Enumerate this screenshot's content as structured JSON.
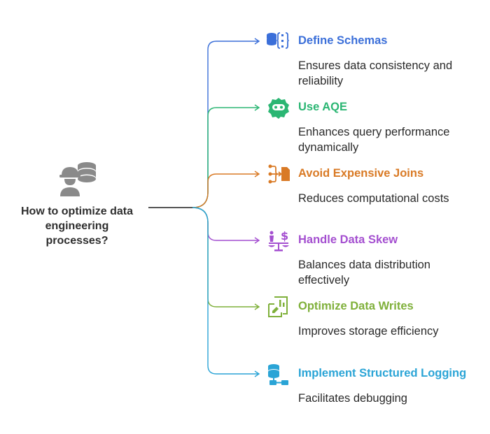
{
  "root": {
    "label": "How to optimize data engineering processes?",
    "icon": "engineer-database-icon"
  },
  "branches": [
    {
      "title": "Define Schemas",
      "desc": "Ensures data consistency and reliability",
      "color": "#3b6fd9",
      "icon": "schema-database-icon"
    },
    {
      "title": "Use AQE",
      "desc": "Enhances query performance dynamically",
      "color": "#2bb673",
      "icon": "gear-robot-icon"
    },
    {
      "title": "Avoid Expensive Joins",
      "desc": "Reduces computational costs",
      "color": "#d97a25",
      "icon": "join-flow-icon"
    },
    {
      "title": "Handle Data Skew",
      "desc": "Balances data distribution effectively",
      "color": "#a44fd0",
      "icon": "balance-scale-icon"
    },
    {
      "title": "Optimize Data Writes",
      "desc": "Improves storage efficiency",
      "color": "#7fb03a",
      "icon": "write-document-icon"
    },
    {
      "title": "Implement Structured Logging",
      "desc": "Facilitates debugging",
      "color": "#2aa4d6",
      "icon": "log-database-icon"
    }
  ]
}
